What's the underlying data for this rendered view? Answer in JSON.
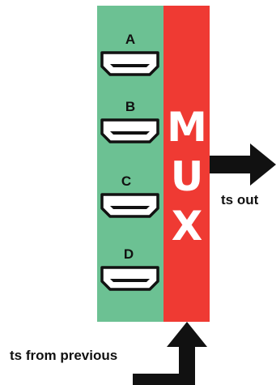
{
  "ports": [
    "A",
    "B",
    "C",
    "D"
  ],
  "mux_letters": [
    "M",
    "U",
    "X"
  ],
  "output_label": "ts out",
  "input_label": "ts from previous",
  "colors": {
    "port_panel": "#6cc193",
    "port_panel_edge": "#5aa880",
    "mux_block": "#ef3a33",
    "connector": "#111111",
    "arrow": "#111111"
  },
  "icons": {
    "port": "hdmi-port-icon",
    "output_arrow": "arrow-right-icon",
    "input_arrow": "arrow-up-icon"
  }
}
